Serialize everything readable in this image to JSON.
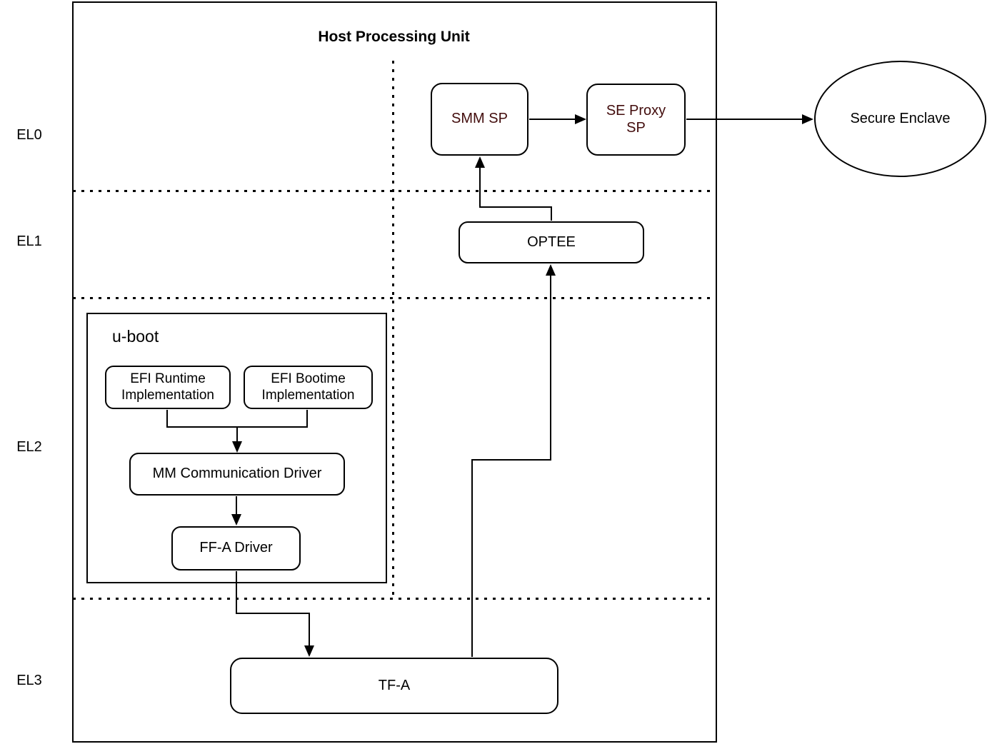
{
  "diagram": {
    "title": "Host Processing Unit",
    "levels": [
      {
        "label": "EL0"
      },
      {
        "label": "EL1"
      },
      {
        "label": "EL2"
      },
      {
        "label": "EL3"
      }
    ],
    "nodes": {
      "smm_sp": {
        "label": "SMM SP"
      },
      "se_proxy_sp": {
        "label": "SE Proxy SP"
      },
      "secure_enclave": {
        "label": "Secure Enclave"
      },
      "optee": {
        "label": "OPTEE"
      },
      "uboot": {
        "label": "u-boot"
      },
      "efi_runtime": {
        "label": "EFI Runtime Implementation"
      },
      "efi_bootime": {
        "label": "EFI Bootime Implementation"
      },
      "mm_comm_driver": {
        "label": "MM Communication Driver"
      },
      "ffa_driver": {
        "label": "FF-A Driver"
      },
      "tfa": {
        "label": "TF-A"
      }
    },
    "colors": {
      "stroke": "#000000",
      "sp_label_text": "#420c0c",
      "text": "#000000",
      "background": "#ffffff"
    }
  }
}
